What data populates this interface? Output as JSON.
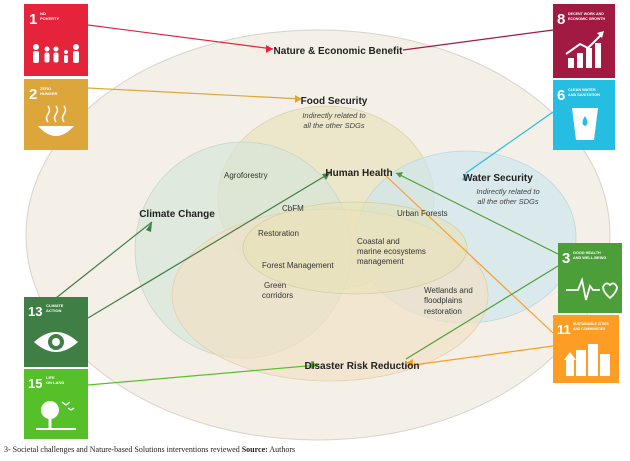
{
  "colors": {
    "sdg1": "#e5243b",
    "sdg2": "#dda63a",
    "sdg8": "#a21942",
    "sdg6": "#26bde2",
    "sdg3": "#4c9f38",
    "sdg11": "#fd9d24",
    "sdg13": "#3f7e44",
    "sdg15": "#56c02b",
    "outer_oval": "#f3eee4",
    "food": "#ece6c8",
    "climate": "#d9e6dc",
    "water": "#d4e9ee",
    "disaster": "#f3e3c8",
    "health": "#e6e3bd",
    "title": "#222222"
  },
  "diagram": {
    "nature_economic": "Nature & Economic Benefit",
    "food_security": "Food Security",
    "food_note_1": "Indirectly related to",
    "food_note_2": "all the other SDGs",
    "water_security": "Water Security",
    "water_note_1": "Indirectly related to",
    "water_note_2": "all the other SDGs",
    "climate_change": "Climate Change",
    "human_health": "Human Health",
    "disaster_risk": "Disaster Risk Reduction",
    "interventions": {
      "agroforestry": "Agroforestry",
      "cbfm": "CbFM",
      "urban_forests": "Urban Forests",
      "restoration": "Restoration",
      "coastal_1": "Coastal and",
      "coastal_2": "marine ecosystems",
      "coastal_3": "management",
      "forest_management": "Forest Management",
      "green_1": "Green",
      "green_2": "corridors",
      "wetlands_1": "Wetlands and",
      "wetlands_2": "floodplains",
      "wetlands_3": "restoration"
    }
  },
  "sdg_icons": {
    "sdg1": {
      "number": "1",
      "title_1": "NO",
      "title_2": "POVERTY"
    },
    "sdg2": {
      "number": "2",
      "title_1": "ZERO",
      "title_2": "HUNGER"
    },
    "sdg8": {
      "number": "8",
      "title_1": "DECENT WORK AND",
      "title_2": "ECONOMIC GROWTH"
    },
    "sdg6": {
      "number": "6",
      "title_1": "CLEAN WATER",
      "title_2": "AND SANITATION"
    },
    "sdg3": {
      "number": "3",
      "title_1": "GOOD HEALTH",
      "title_2": "AND WELL-BEING"
    },
    "sdg11": {
      "number": "11",
      "title_1": "SUSTAINABLE CITIES",
      "title_2": "AND COMMUNITIES"
    },
    "sdg13": {
      "number": "13",
      "title_1": "CLIMATE",
      "title_2": "ACTION"
    },
    "sdg15": {
      "number": "15",
      "title_1": "LIFE",
      "title_2": "ON LAND"
    }
  },
  "caption": {
    "prefix": "3- Societal challenges and Nature-based Solutions interventions reviewed",
    "source_label": "Source:",
    "source_value": "Authors"
  }
}
